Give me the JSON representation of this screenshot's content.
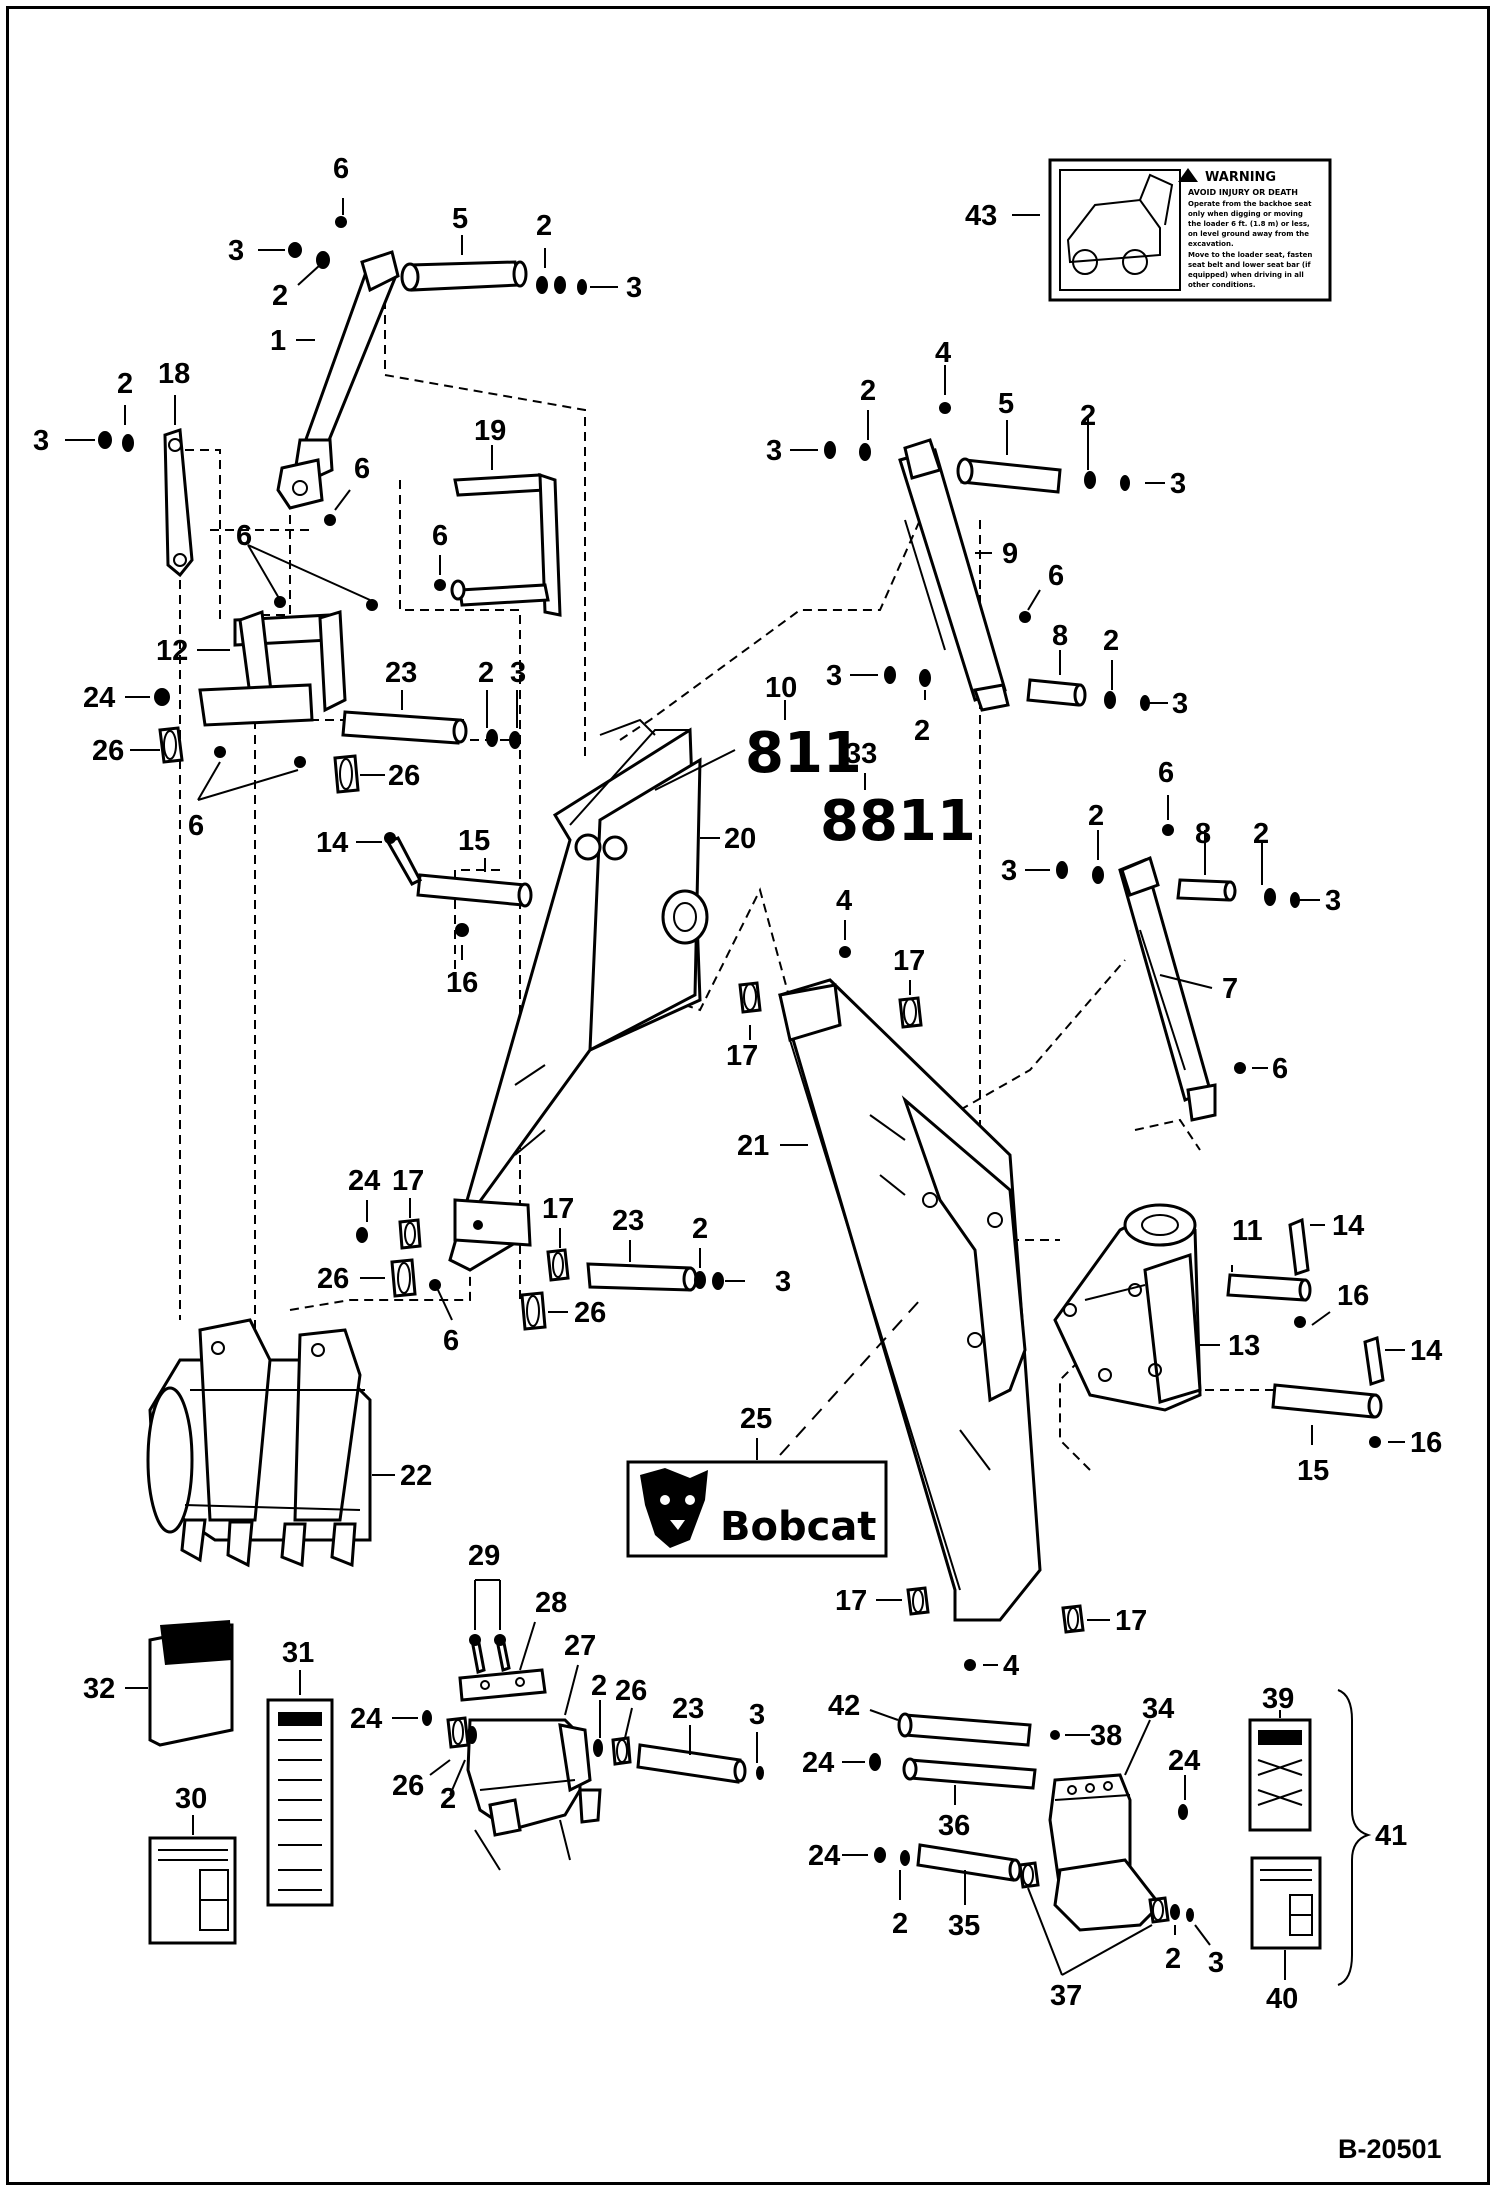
{
  "diagram": {
    "reference": "B-20501",
    "decal_810": "811",
    "decal_8811": "8811",
    "decal_brand": "Bobcat",
    "warning_decal": {
      "heading": "WARNING",
      "subheading": "AVOID INJURY OR DEATH",
      "lines": [
        "Operate from the backhoe seat",
        "only when digging or moving",
        "the loader 6 ft. (1.8 m) or less,",
        "on level ground away from the",
        "excavation.",
        "Move to the loader seat, fasten",
        "seat belt and lower seat bar (if",
        "equipped) when driving in all",
        "other conditions."
      ]
    },
    "callouts": [
      {
        "id": "c6a",
        "text": "6"
      },
      {
        "id": "c5a",
        "text": "5"
      },
      {
        "id": "c2a",
        "text": "2"
      },
      {
        "id": "c3a",
        "text": "3"
      },
      {
        "id": "c2b",
        "text": "2"
      },
      {
        "id": "c3b",
        "text": "3"
      },
      {
        "id": "c1",
        "text": "1"
      },
      {
        "id": "c2c",
        "text": "2"
      },
      {
        "id": "c18",
        "text": "18"
      },
      {
        "id": "c3c",
        "text": "3"
      },
      {
        "id": "c6b",
        "text": "6"
      },
      {
        "id": "c19",
        "text": "19"
      },
      {
        "id": "c6c",
        "text": "6"
      },
      {
        "id": "c6d",
        "text": "6"
      },
      {
        "id": "c12",
        "text": "12"
      },
      {
        "id": "c24a",
        "text": "24"
      },
      {
        "id": "c23a",
        "text": "23"
      },
      {
        "id": "c2d",
        "text": "2"
      },
      {
        "id": "c3d",
        "text": "3"
      },
      {
        "id": "c26a",
        "text": "26"
      },
      {
        "id": "c26b",
        "text": "26"
      },
      {
        "id": "c6e",
        "text": "6"
      },
      {
        "id": "c14a",
        "text": "14"
      },
      {
        "id": "c15a",
        "text": "15"
      },
      {
        "id": "c16a",
        "text": "16"
      },
      {
        "id": "c20",
        "text": "20"
      },
      {
        "id": "c10",
        "text": "10"
      },
      {
        "id": "c33",
        "text": "33"
      },
      {
        "id": "c43",
        "text": "43"
      },
      {
        "id": "c4a",
        "text": "4"
      },
      {
        "id": "c2e",
        "text": "2"
      },
      {
        "id": "c5b",
        "text": "5"
      },
      {
        "id": "c2f",
        "text": "2"
      },
      {
        "id": "c3e",
        "text": "3"
      },
      {
        "id": "c3f",
        "text": "3"
      },
      {
        "id": "c9",
        "text": "9"
      },
      {
        "id": "c6f",
        "text": "6"
      },
      {
        "id": "c8a",
        "text": "8"
      },
      {
        "id": "c2g",
        "text": "2"
      },
      {
        "id": "c3g",
        "text": "3"
      },
      {
        "id": "c2h",
        "text": "2"
      },
      {
        "id": "c3h",
        "text": "3"
      },
      {
        "id": "c6g",
        "text": "6"
      },
      {
        "id": "c2i",
        "text": "2"
      },
      {
        "id": "c8b",
        "text": "8"
      },
      {
        "id": "c2j",
        "text": "2"
      },
      {
        "id": "c3i",
        "text": "3"
      },
      {
        "id": "c3j",
        "text": "3"
      },
      {
        "id": "c4b",
        "text": "4"
      },
      {
        "id": "c17a",
        "text": "17"
      },
      {
        "id": "c17b",
        "text": "17"
      },
      {
        "id": "c7",
        "text": "7"
      },
      {
        "id": "c6h",
        "text": "6"
      },
      {
        "id": "c21",
        "text": "21"
      },
      {
        "id": "c24b",
        "text": "24"
      },
      {
        "id": "c17c",
        "text": "17"
      },
      {
        "id": "c17d",
        "text": "17"
      },
      {
        "id": "c23b",
        "text": "23"
      },
      {
        "id": "c2k",
        "text": "2"
      },
      {
        "id": "c3k",
        "text": "3"
      },
      {
        "id": "c26c",
        "text": "26"
      },
      {
        "id": "c26d",
        "text": "26"
      },
      {
        "id": "c6i",
        "text": "6"
      },
      {
        "id": "c11",
        "text": "11"
      },
      {
        "id": "c14b",
        "text": "14"
      },
      {
        "id": "c16b",
        "text": "16"
      },
      {
        "id": "c13",
        "text": "13"
      },
      {
        "id": "c14c",
        "text": "14"
      },
      {
        "id": "c15b",
        "text": "15"
      },
      {
        "id": "c16c",
        "text": "16"
      },
      {
        "id": "c22",
        "text": "22"
      },
      {
        "id": "c25",
        "text": "25"
      },
      {
        "id": "c17e",
        "text": "17"
      },
      {
        "id": "c17f",
        "text": "17"
      },
      {
        "id": "c4c",
        "text": "4"
      },
      {
        "id": "c29",
        "text": "29"
      },
      {
        "id": "c28",
        "text": "28"
      },
      {
        "id": "c27",
        "text": "27"
      },
      {
        "id": "c32",
        "text": "32"
      },
      {
        "id": "c31",
        "text": "31"
      },
      {
        "id": "c30",
        "text": "30"
      },
      {
        "id": "c24c",
        "text": "24"
      },
      {
        "id": "c26e",
        "text": "26"
      },
      {
        "id": "c2l",
        "text": "2"
      },
      {
        "id": "c2m",
        "text": "2"
      },
      {
        "id": "c26f",
        "text": "26"
      },
      {
        "id": "c23c",
        "text": "23"
      },
      {
        "id": "c3l",
        "text": "3"
      },
      {
        "id": "c42",
        "text": "42"
      },
      {
        "id": "c38",
        "text": "38"
      },
      {
        "id": "c34",
        "text": "34"
      },
      {
        "id": "c24d",
        "text": "24"
      },
      {
        "id": "c24e",
        "text": "24"
      },
      {
        "id": "c36",
        "text": "36"
      },
      {
        "id": "c24f",
        "text": "24"
      },
      {
        "id": "c2n",
        "text": "2"
      },
      {
        "id": "c35",
        "text": "35"
      },
      {
        "id": "c37",
        "text": "37"
      },
      {
        "id": "c2o",
        "text": "2"
      },
      {
        "id": "c3m",
        "text": "3"
      },
      {
        "id": "c39",
        "text": "39"
      },
      {
        "id": "c40",
        "text": "40"
      },
      {
        "id": "c41",
        "text": "41"
      }
    ]
  }
}
